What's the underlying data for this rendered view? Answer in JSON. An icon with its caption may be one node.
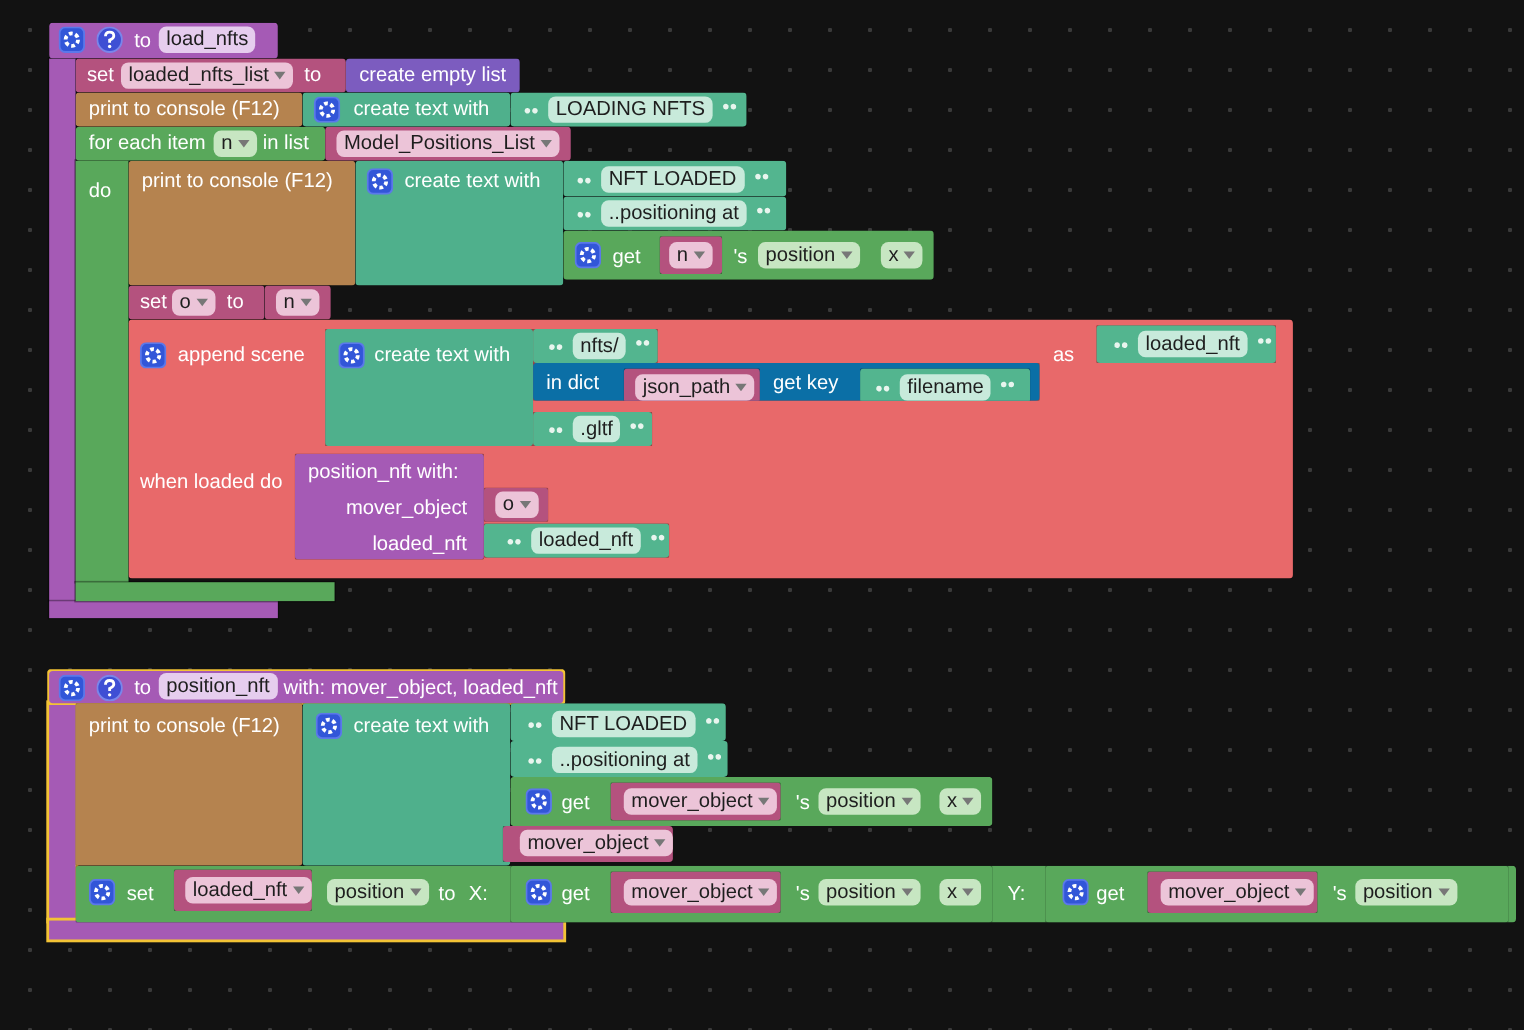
{
  "diagram": {
    "nodes": [
      {
        "text": [
          "to",
          "load_nfts"
        ]
      },
      {
        "text": [
          "set",
          "loaded_nfts_list",
          "to"
        ]
      },
      {
        "text": [
          "create empty list"
        ]
      },
      {
        "text": [
          "print to console (F12)"
        ]
      },
      {
        "text": [
          "create text with"
        ]
      },
      {
        "text": [
          "LOADING NFTS"
        ]
      },
      {
        "text": [
          "for each item",
          "n",
          "in list"
        ]
      },
      {
        "text": [
          "Model_Positions_List"
        ]
      },
      {
        "text": [
          "print to console (F12)"
        ]
      },
      {
        "text": [
          "create text with"
        ]
      },
      {
        "text": [
          "NFT LOADED"
        ]
      },
      {
        "text": [
          "..positioning at"
        ]
      },
      {
        "text": [
          "get",
          "'s",
          "position",
          "x"
        ]
      },
      {
        "text": [
          "n"
        ],
        "in": 12
      },
      {
        "text": [
          "set",
          "o",
          "to"
        ]
      },
      {
        "text": [
          "n"
        ]
      },
      {
        "text": [
          "append scene",
          "as",
          "when loaded do"
        ]
      },
      {
        "text": [
          "create text with"
        ],
        "in": 16
      },
      {
        "text": [
          "nfts/"
        ],
        "in": 16
      },
      {
        "text": [
          "in dict",
          "get key"
        ],
        "in": 16
      },
      {
        "text": [
          "json_path"
        ],
        "in": 19
      },
      {
        "text": [
          "filename"
        ],
        "in": 19
      },
      {
        "text": [
          ".gltf"
        ],
        "in": 16
      },
      {
        "text": [
          "loaded_nft"
        ],
        "in": 16
      },
      {
        "text": [
          "position_nft with:",
          "mover_object",
          "loaded_nft"
        ],
        "in": 16
      },
      {
        "text": [
          "o"
        ],
        "in": 16
      },
      {
        "text": [
          "loaded_nft"
        ],
        "in": 16
      },
      {
        "text": [
          "to",
          "position_nft",
          "with: mover_object, loaded_nft"
        ]
      },
      {
        "text": [
          "print to console (F12)"
        ]
      },
      {
        "text": [
          "create text with"
        ]
      },
      {
        "text": [
          "NFT LOADED"
        ]
      },
      {
        "text": [
          "..positioning at"
        ]
      },
      {
        "text": [
          "get",
          "'s",
          "position",
          "x"
        ]
      },
      {
        "text": [
          "mover_object"
        ],
        "in": 32
      },
      {
        "text": [
          "mover_object"
        ]
      },
      {
        "text": [
          "set",
          "position",
          "to",
          "X:",
          "Y:"
        ]
      },
      {
        "text": [
          "loaded_nft"
        ],
        "in": 35
      },
      {
        "text": [
          "get",
          "'s",
          "position",
          "x"
        ],
        "in": 35
      },
      {
        "text": [
          "mover_object"
        ],
        "in": 37
      },
      {
        "text": [
          "get",
          "'s",
          "position"
        ],
        "in": 35
      },
      {
        "text": [
          "mover_object"
        ],
        "in": 39
      }
    ],
    "labels": [
      "do"
    ]
  }
}
